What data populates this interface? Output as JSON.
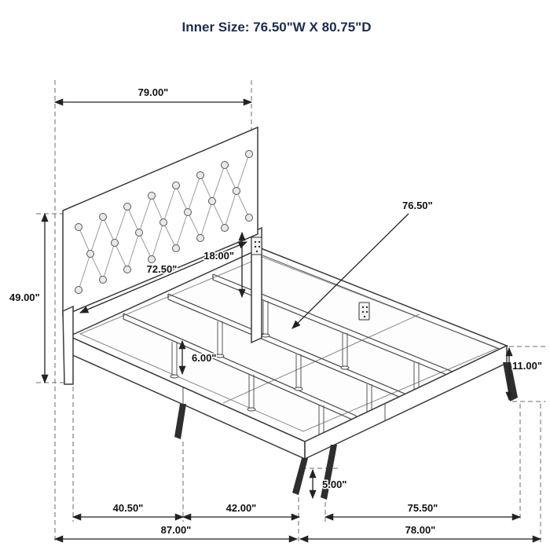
{
  "title": "Inner Size: 76.50\"W X 80.75\"D",
  "dims": {
    "headboard_width": "79.00\"",
    "headboard_height": "49.00\"",
    "headboard_inner_width": "72.50\"",
    "headboard_clearance": "18.00\"",
    "inner_depth": "76.50\"",
    "center_leg_height": "6.00\"",
    "side_rail_height": "11.00\"",
    "foot_leg_height": "5.00\"",
    "front_segment_a": "40.50\"",
    "front_segment_b": "42.00\"",
    "side_segment": "75.50\"",
    "overall_width": "87.00\"",
    "overall_depth": "78.00\""
  },
  "colors": {
    "title": "#1d2b4f",
    "line": "#3a3a3a",
    "dimension_text": "#111111",
    "metal_leg": "#2e2e2e"
  }
}
